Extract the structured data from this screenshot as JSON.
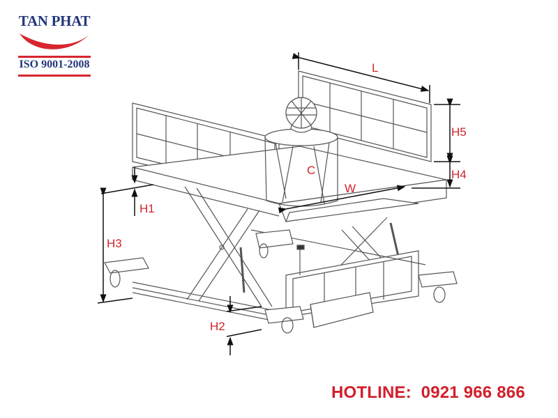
{
  "logo": {
    "company": "TAN PHAT",
    "certification": "ISO 9001-2008",
    "brand_color": "#23367a",
    "accent_color": "#d7262e"
  },
  "diagram": {
    "subject": "Hydraulic scissor lift platform with guard railings and cylindrical load",
    "dimension_labels": {
      "L": "L",
      "W": "W",
      "C": "C",
      "H1": "H1",
      "H2": "H2",
      "H3": "H3",
      "H4": "H4",
      "H5": "H5"
    },
    "label_color": "#d2232a",
    "line_color": "#555555"
  },
  "contact": {
    "hotline": "HOTLINE:  0921 966 866",
    "color": "#d21f2b"
  }
}
